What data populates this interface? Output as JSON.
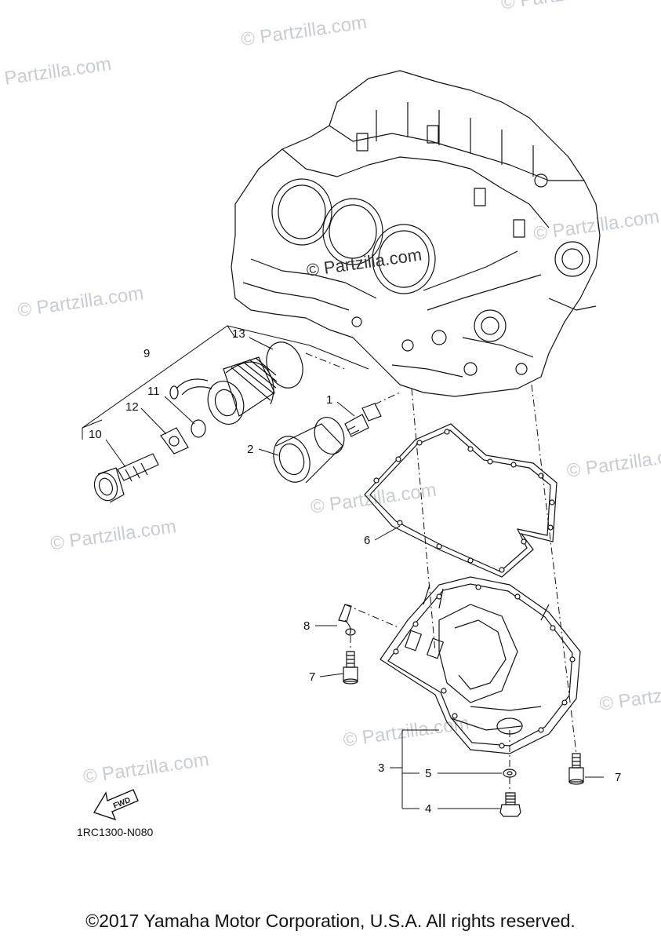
{
  "watermark": {
    "text": "© Partzilla.com",
    "center_text": "© Partzilla.com"
  },
  "callouts": {
    "c1": "1",
    "c2": "2",
    "c3": "3",
    "c4": "4",
    "c5": "5",
    "c6": "6",
    "c7a": "7",
    "c7b": "7",
    "c8": "8",
    "c9": "9",
    "c10": "10",
    "c11": "11",
    "c12": "12",
    "c13": "13"
  },
  "fwd_label": "FWD",
  "diagram_code": "1RC1300-N080",
  "copyright": "©2017 Yamaha Motor Corporation, U.S.A. All rights reserved.",
  "colors": {
    "line": "#111111",
    "watermark": "#c8ccd4",
    "background": "#ffffff"
  },
  "icons": {
    "fwd_arrow": "fwd-arrow-icon"
  }
}
